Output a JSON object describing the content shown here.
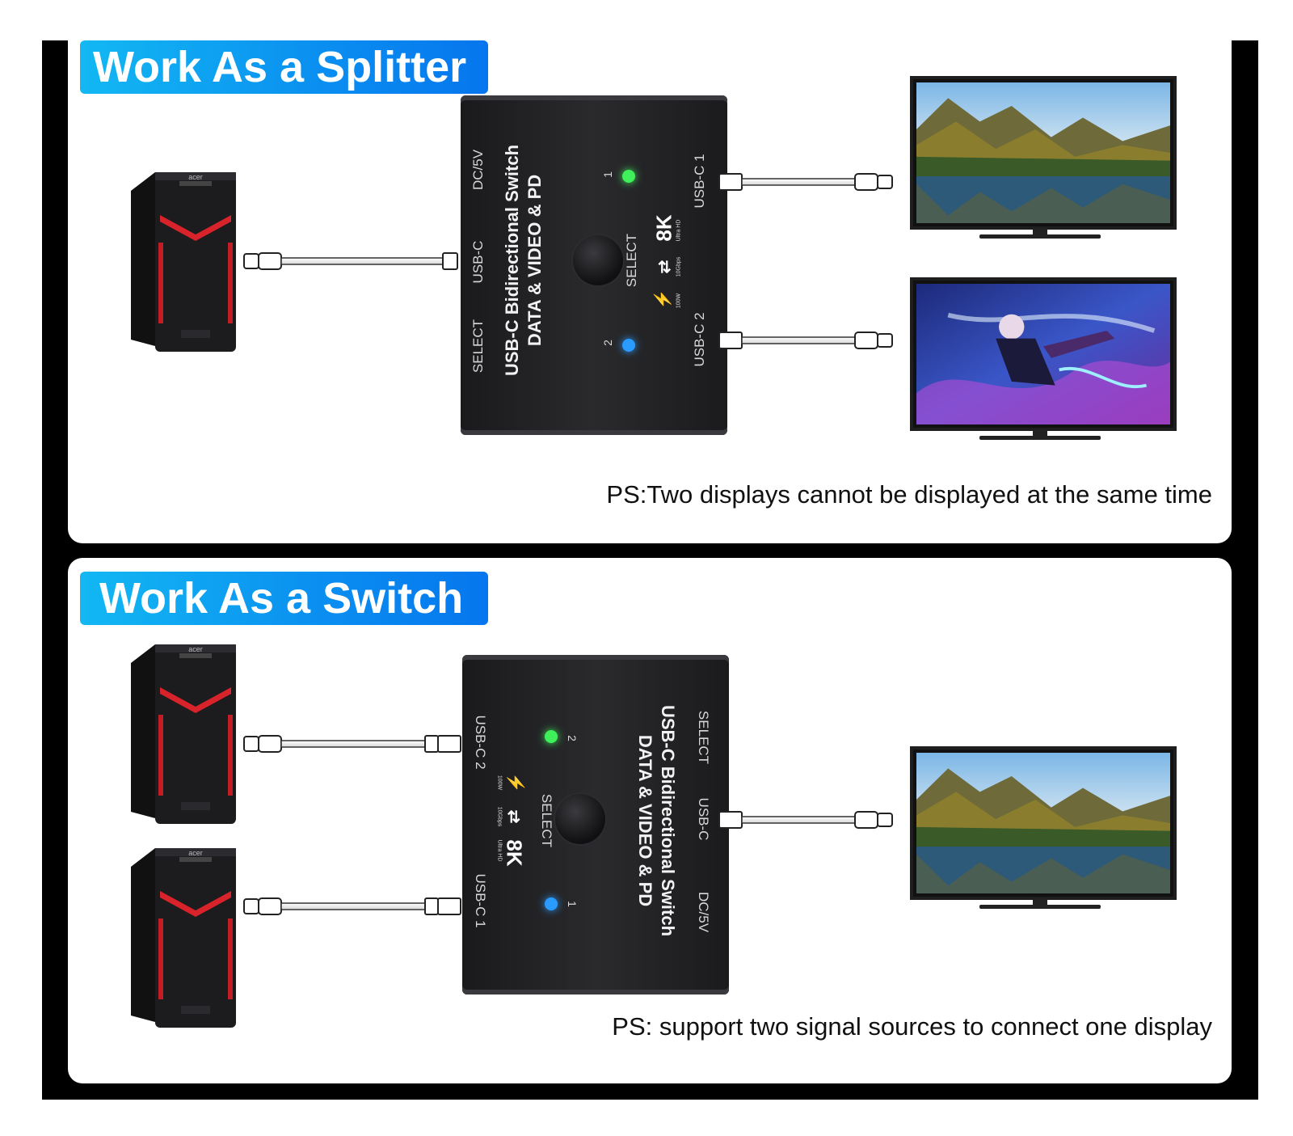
{
  "splitter": {
    "title": "Work As a Splitter",
    "note": "PS:Two displays cannot be displayed at the same time",
    "device": {
      "title_line1": "USB-C Bidirectional Switch",
      "title_line2": "DATA & VIDEO & PD",
      "port_dc": "DC/5V",
      "port_usbc": "USB-C",
      "select_left": "SELECT",
      "select_center": "SELECT",
      "port_out1": "USB-C 1",
      "port_out2": "USB-C 2",
      "led1_label": "1",
      "led2_label": "2",
      "spec_8k": "8K",
      "spec_uhd": "Ultra HD",
      "spec_speed": "10Gbps",
      "spec_power": "100W"
    }
  },
  "switch": {
    "title": "Work As a Switch",
    "note": "PS: support two signal sources to connect one display",
    "device": {
      "title_line1": "USB-C Bidirectional Switch",
      "title_line2": "DATA & VIDEO & PD",
      "port_dc": "DC/5V",
      "port_usbc": "USB-C",
      "select_right": "SELECT",
      "select_center": "SELECT",
      "port_in1": "USB-C 1",
      "port_in2": "USB-C 2",
      "led1_label": "1",
      "led2_label": "2",
      "spec_8k": "8K",
      "spec_uhd": "Ultra HD",
      "spec_speed": "10Gbps",
      "spec_power": "100W"
    }
  },
  "pc_brand": "acer",
  "colors": {
    "badge_start": "#13b8f3",
    "badge_end": "#0676ee",
    "led_green": "#3ff05a",
    "led_blue": "#2a9bff",
    "pc_accent": "#d8232a"
  }
}
